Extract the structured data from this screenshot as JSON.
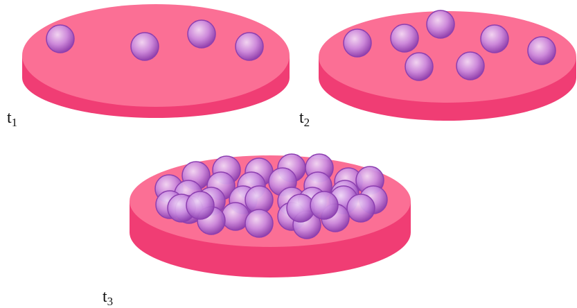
{
  "figure": {
    "colors": {
      "dish_side": "#f03d74",
      "dish_top": "#fb6f95",
      "dish_rim_shadow": "#e8346b",
      "cell_core": "#c98be0",
      "cell_edge": "#8c3fb0",
      "cell_highlight": "#f1dcf8"
    },
    "stages": [
      {
        "id": "t1",
        "time_base": "t",
        "time_sub": "1",
        "cell_count": 4
      },
      {
        "id": "t2",
        "time_base": "t",
        "time_sub": "2",
        "cell_count": 7
      },
      {
        "id": "t3",
        "time_base": "t",
        "time_sub": "3",
        "cell_count": 34
      }
    ]
  }
}
